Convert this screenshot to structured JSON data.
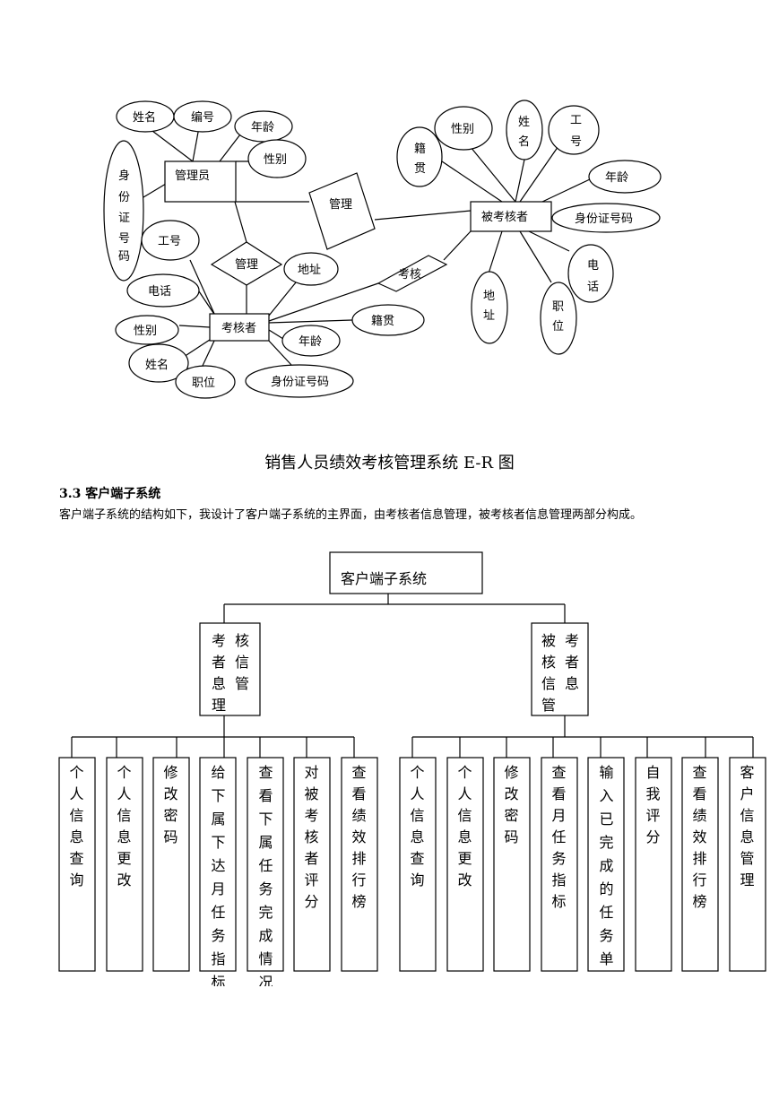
{
  "er": {
    "manager": {
      "label": "管理员",
      "attrs": [
        "姓名",
        "编号",
        "年龄",
        "性别",
        "身份证号码"
      ]
    },
    "manage_rel": "管理",
    "manage_rel2": "管理",
    "assessee": {
      "label": "被考核者",
      "attrs": [
        "性别",
        "姓名",
        "工号",
        "籍贯",
        "年龄",
        "身份证号码",
        "电话",
        "地址",
        "职位"
      ]
    },
    "assessor": {
      "label": "考核者",
      "attrs": [
        "工号",
        "电话",
        "性别",
        "姓名",
        "职位",
        "地址",
        "籍贯",
        "年龄",
        "身份证号码"
      ]
    },
    "assess_rel": "考核"
  },
  "caption": "销售人员绩效考核管理系统 E-R 图",
  "section": {
    "heading": "3.3 客户端子系统",
    "text": "客户端子系统的结构如下，我设计了客户端子系统的主界面，由考核者信息管理，被考核者信息管理两部分构成。"
  },
  "tree": {
    "root": "客户端子系统",
    "left": {
      "label": "考核者信息管理",
      "children": [
        "个人信息查询",
        "个人信息更改",
        "修改密码",
        "给下属下达月任务指标",
        "查看下属任务完成情况",
        "对被考核者评分",
        "查看绩效排行榜"
      ]
    },
    "right": {
      "label": "被考核者信息管理",
      "children": [
        "个人信息查询",
        "个人信息更改",
        "修改密码",
        "查看月任务指标",
        "输入已完成的任务单",
        "自我评分",
        "查看绩效排行榜",
        "客户信息管理"
      ]
    }
  }
}
